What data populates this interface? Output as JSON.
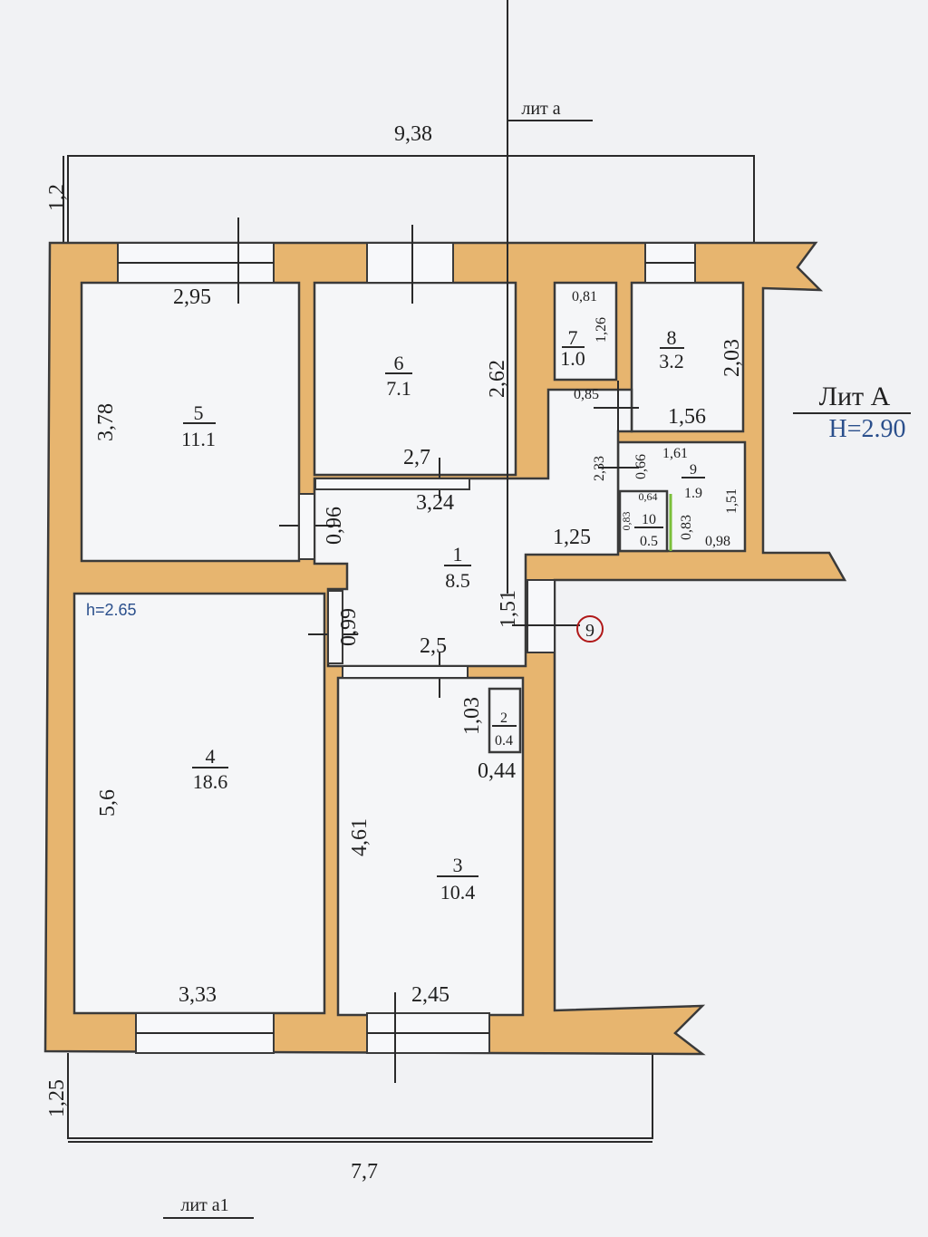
{
  "labels": {
    "lit_a": "лит а",
    "lit_a1": "лит а1",
    "lit_A": "Лит А",
    "H": "Н=2.90",
    "h": "h=2.65",
    "entrance": "9"
  },
  "rooms": [
    {
      "num": "1",
      "area": "8.5"
    },
    {
      "num": "2",
      "area": "0.4"
    },
    {
      "num": "3",
      "area": "10.4"
    },
    {
      "num": "4",
      "area": "18.6"
    },
    {
      "num": "5",
      "area": "11.1"
    },
    {
      "num": "6",
      "area": "7.1"
    },
    {
      "num": "7",
      "area": "1.0"
    },
    {
      "num": "8",
      "area": "3.2"
    },
    {
      "num": "9",
      "area": "1.9"
    },
    {
      "num": "10",
      "area": "0.5"
    }
  ],
  "dimensions": {
    "top_balcony_len": "9,38",
    "top_balcony_depth": "1,2",
    "r5_width": "2,95",
    "r5_height": "3,78",
    "r6_width": "2,7",
    "r6_height": "2,62",
    "r7_width": "0,81",
    "r7_height": "1,26",
    "r7_bottom": "0,85",
    "r8_height": "2,03",
    "r8_width": "1,56",
    "corr_top": "3,24",
    "corr_door": "0,96",
    "corr_vert": "2,33",
    "r9_inner": "0,66",
    "r9_width": "1,61",
    "r9_height": "1,51",
    "r9_bottom": "0,98",
    "r9_side": "0,83",
    "r10_top": "0,64",
    "r10_side": "0,83",
    "corr_right": "1,25",
    "entry": "1,51",
    "door4": "0,99",
    "corr_bottom": "2,5",
    "r2_height": "1,03",
    "r2_width": "0,44",
    "r4_height": "5,6",
    "r4_width": "3,33",
    "r3_height": "4,61",
    "r3_width": "2,45",
    "bot_balcony_depth": "1,25",
    "bot_balcony_len": "7,7"
  }
}
